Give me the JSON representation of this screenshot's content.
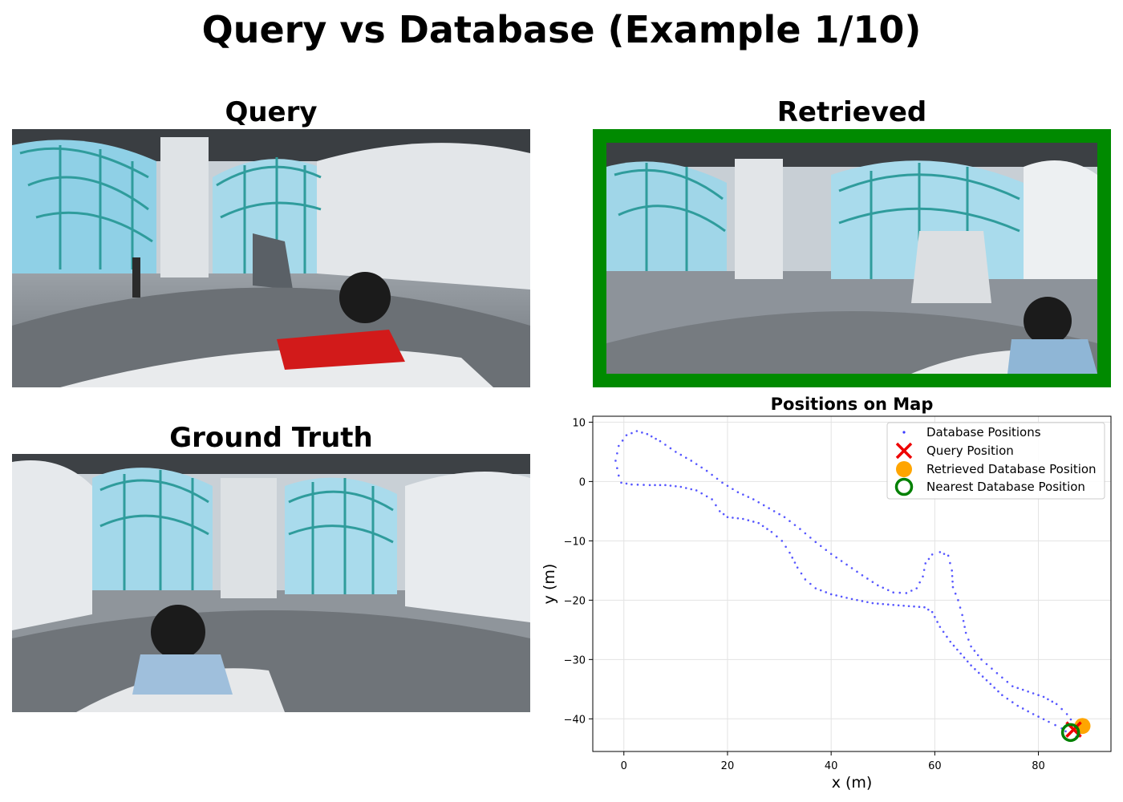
{
  "page": {
    "title": "Query vs Database (Example 1/10)"
  },
  "panels": {
    "query": {
      "title": "Query"
    },
    "retrieved": {
      "title": "Retrieved",
      "border_color": "#008a00"
    },
    "ground_truth": {
      "title": "Ground Truth"
    }
  },
  "chart_data": {
    "type": "scatter",
    "title": "Positions on Map",
    "xlabel": "x (m)",
    "ylabel": "y (m)",
    "xlim": [
      -6,
      94
    ],
    "ylim": [
      -45.5,
      11
    ],
    "xticks": [
      0,
      20,
      40,
      60,
      80
    ],
    "yticks": [
      10,
      0,
      -10,
      -20,
      -30,
      -40
    ],
    "grid": true,
    "legend_position": "top-right",
    "series": [
      {
        "name": "Database Positions",
        "marker": "dot",
        "color": "#3a3aff",
        "trajectory": [
          [
            1.5,
            -0.5
          ],
          [
            -0.5,
            -0.2
          ],
          [
            -1.0,
            1.0
          ],
          [
            -1.6,
            3.5
          ],
          [
            -1.0,
            6.0
          ],
          [
            0.5,
            7.8
          ],
          [
            2.5,
            8.5
          ],
          [
            4.5,
            8.0
          ],
          [
            7.0,
            6.8
          ],
          [
            10.0,
            5.0
          ],
          [
            13.0,
            3.5
          ],
          [
            16.0,
            1.8
          ],
          [
            19.0,
            -0.2
          ],
          [
            22.0,
            -1.8
          ],
          [
            25.0,
            -3.0
          ],
          [
            28.0,
            -4.5
          ],
          [
            31.0,
            -6.0
          ],
          [
            34.0,
            -8.0
          ],
          [
            37.0,
            -10.2
          ],
          [
            40.0,
            -12.2
          ],
          [
            43.0,
            -14.0
          ],
          [
            46.0,
            -15.8
          ],
          [
            49.0,
            -17.5
          ],
          [
            52.0,
            -18.7
          ],
          [
            54.5,
            -18.8
          ],
          [
            56.5,
            -18.0
          ],
          [
            57.7,
            -16.0
          ],
          [
            58.2,
            -13.8
          ],
          [
            59.5,
            -12.3
          ],
          [
            61.0,
            -11.9
          ],
          [
            62.6,
            -12.5
          ],
          [
            63.3,
            -15.0
          ],
          [
            63.5,
            -17.8
          ],
          [
            64.5,
            -20.0
          ],
          [
            65.3,
            -22.5
          ],
          [
            66.0,
            -25.5
          ],
          [
            67.0,
            -27.8
          ],
          [
            69.0,
            -30.0
          ],
          [
            72.0,
            -32.3
          ],
          [
            75.0,
            -34.5
          ],
          [
            78.0,
            -35.4
          ],
          [
            81.0,
            -36.3
          ],
          [
            83.5,
            -37.5
          ],
          [
            85.5,
            -39.2
          ],
          [
            87.0,
            -41.0
          ],
          [
            88.0,
            -42.5
          ],
          [
            87.3,
            -43.0
          ],
          [
            86.0,
            -42.6
          ],
          [
            84.5,
            -41.6
          ],
          [
            82.0,
            -40.5
          ],
          [
            79.0,
            -39.2
          ],
          [
            76.0,
            -37.8
          ],
          [
            73.0,
            -36.0
          ],
          [
            70.0,
            -33.5
          ],
          [
            67.0,
            -31.0
          ],
          [
            65.0,
            -29.0
          ],
          [
            63.0,
            -27.0
          ],
          [
            61.0,
            -24.5
          ],
          [
            59.5,
            -22.0
          ],
          [
            58.0,
            -21.2
          ],
          [
            55.0,
            -21.0
          ],
          [
            52.0,
            -20.8
          ],
          [
            48.0,
            -20.5
          ],
          [
            44.0,
            -19.8
          ],
          [
            40.0,
            -19.0
          ],
          [
            37.0,
            -18.0
          ],
          [
            35.0,
            -16.5
          ],
          [
            33.5,
            -14.5
          ],
          [
            32.0,
            -12.0
          ],
          [
            30.5,
            -10.0
          ],
          [
            28.5,
            -8.5
          ],
          [
            26.0,
            -7.0
          ],
          [
            23.0,
            -6.3
          ],
          [
            20.0,
            -6.0
          ],
          [
            18.5,
            -5.0
          ],
          [
            17.0,
            -3.0
          ],
          [
            14.0,
            -1.5
          ],
          [
            11.0,
            -0.9
          ],
          [
            8.0,
            -0.6
          ],
          [
            5.0,
            -0.6
          ],
          [
            1.5,
            -0.5
          ]
        ]
      },
      {
        "name": "Query Position",
        "marker": "x",
        "color": "#ee0000",
        "points": [
          [
            86.8,
            -41.8
          ]
        ]
      },
      {
        "name": "Retrieved Database Position",
        "marker": "circle-filled",
        "color": "#ffa500",
        "points": [
          [
            88.5,
            -41.2
          ]
        ]
      },
      {
        "name": "Nearest Database Position",
        "marker": "circle-open",
        "color": "#008000",
        "points": [
          [
            86.2,
            -42.3
          ]
        ]
      }
    ]
  }
}
